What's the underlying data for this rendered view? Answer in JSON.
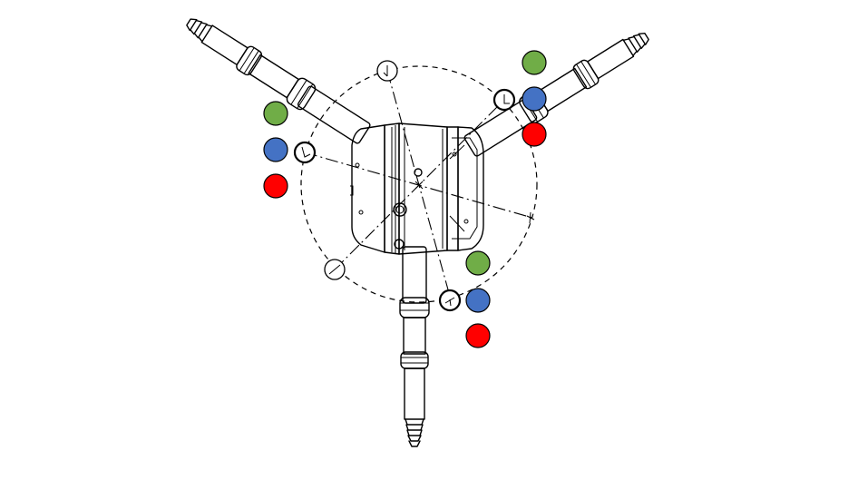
{
  "figure": {
    "colors": {
      "background": "#ffffff",
      "line": "#000000",
      "marker_green": "#70AD47",
      "marker_blue": "#4472C4",
      "marker_red": "#FF0000"
    },
    "marker_groups": [
      {
        "arm": "left-arm",
        "order": [
          "green",
          "blue",
          "red"
        ]
      },
      {
        "arm": "right-arm",
        "order": [
          "green",
          "blue",
          "red"
        ]
      },
      {
        "arm": "bottom-arm",
        "order": [
          "green",
          "blue",
          "red"
        ]
      }
    ],
    "icons": [
      "hole-target-icon"
    ]
  }
}
